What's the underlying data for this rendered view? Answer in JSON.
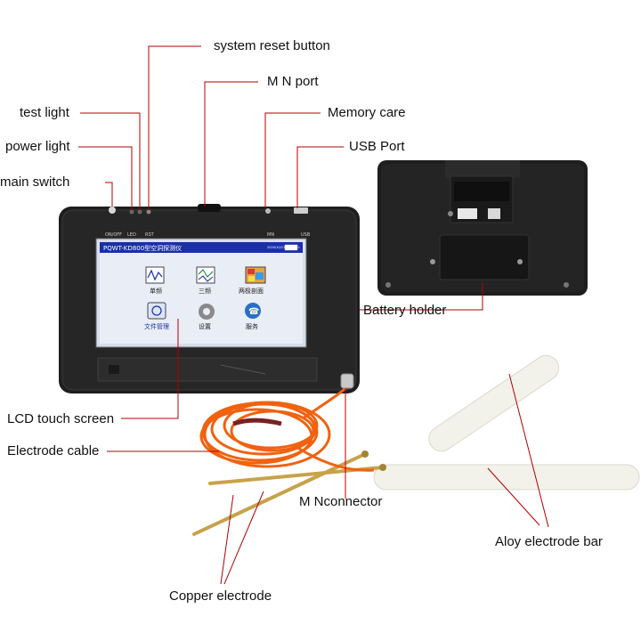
{
  "labels": {
    "system_reset_button": "system reset button",
    "mn_port": "M N port",
    "test_light": "test light",
    "memory_care": "Memory care",
    "power_light": "power light",
    "usb_port": "USB Port",
    "main_switch": "main switch",
    "battery_holder": "Battery holder",
    "lcd_touch_screen": "LCD touch screen",
    "electrode_cable": "Electrode cable",
    "mn_connector": "M Nconnector",
    "aloy_electrode_bar": "Aloy electrode bar",
    "copper_electrode": "Copper electrode"
  },
  "device": {
    "top_labels": {
      "onoff": "ON/OFF",
      "led": "LED",
      "rst": "RST",
      "mn": "MN",
      "usb": "USB"
    },
    "title_bar": "PQWT-KD800型空洞探测仪",
    "clock": "2024/10/21 15:30:21",
    "apps": [
      {
        "label": "单频",
        "icon": "single-frequency-icon"
      },
      {
        "label": "三频",
        "icon": "triple-frequency-icon"
      },
      {
        "label": "两极剖面",
        "icon": "profile-map-icon"
      },
      {
        "label": "文件管理",
        "icon": "file-manager-icon"
      },
      {
        "label": "设置",
        "icon": "settings-gear-icon"
      },
      {
        "label": "服务",
        "icon": "service-phone-icon"
      }
    ]
  },
  "colors": {
    "callout_line": "#b30000",
    "device_body": "#1e1e1e",
    "cable": "#f0620f",
    "copper": "#c8a24a",
    "screen_bg": "#e9edf5",
    "title_bar": "#1a2fa8"
  }
}
